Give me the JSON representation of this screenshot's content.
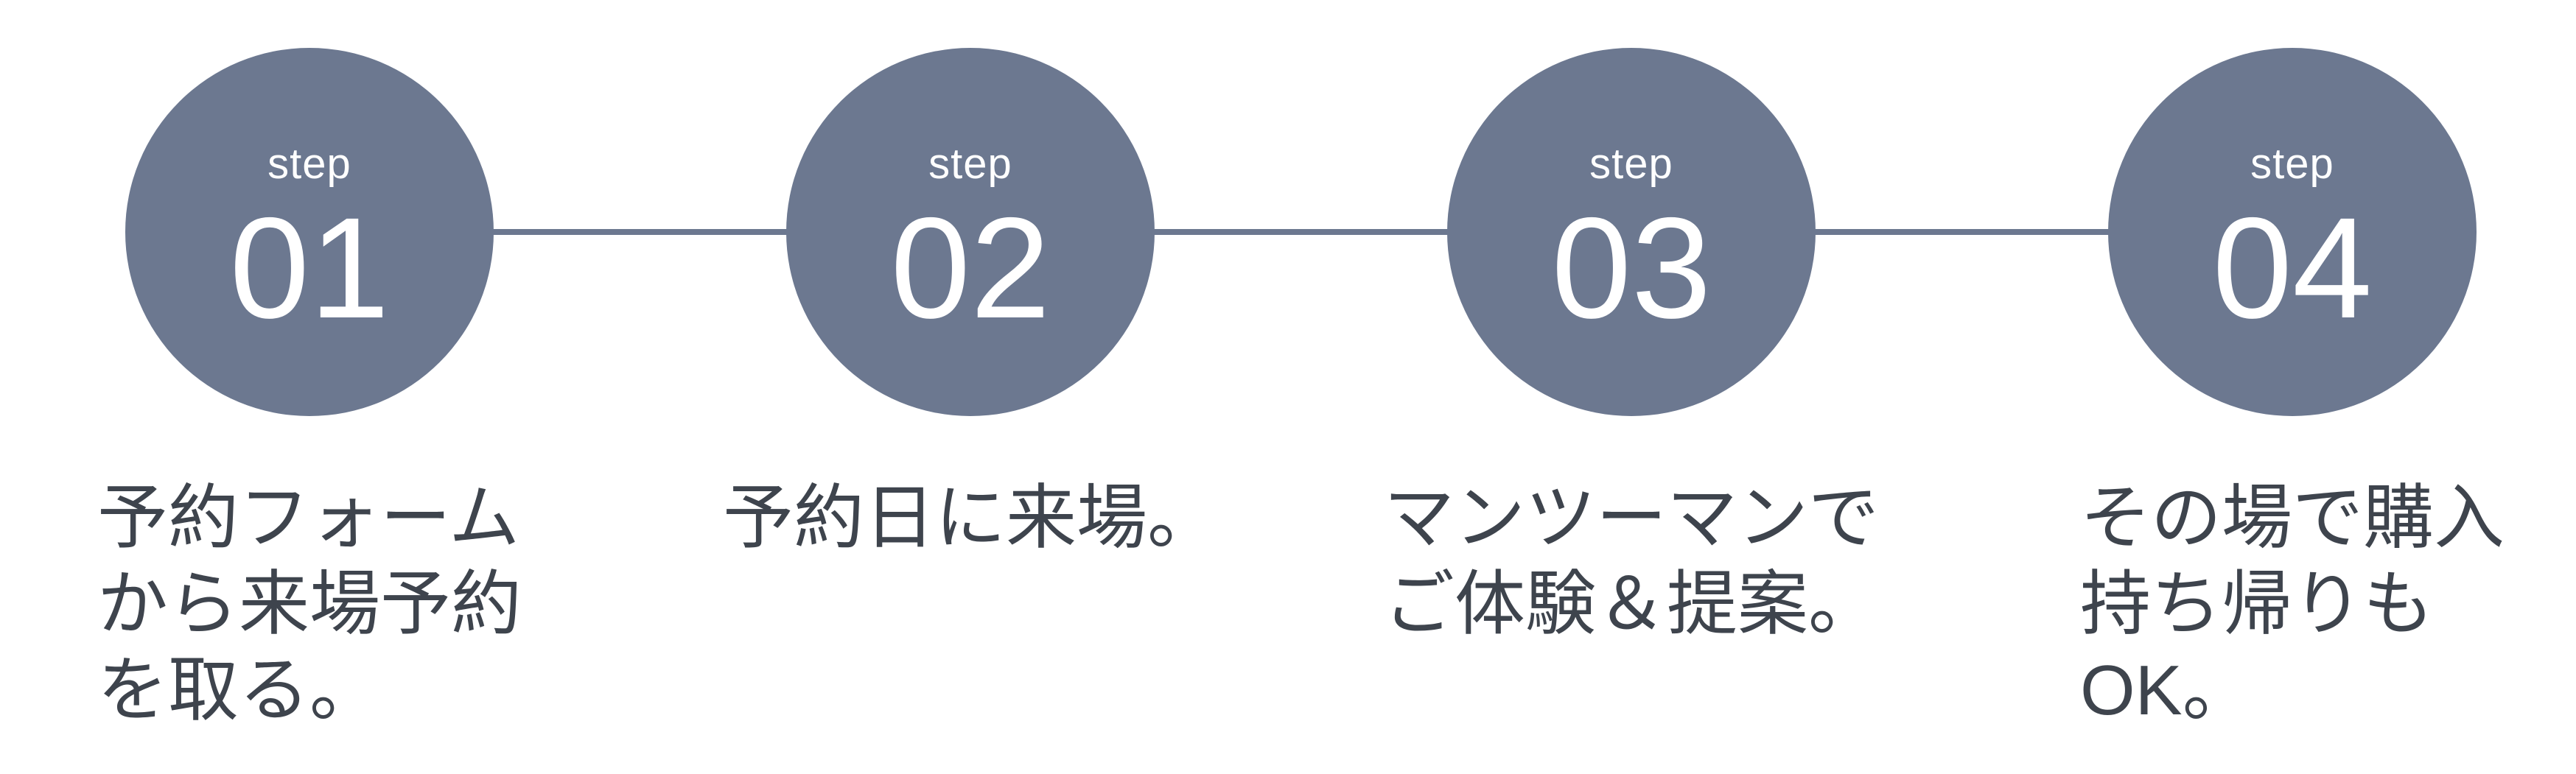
{
  "colors": {
    "circle_fill": "#6c7890",
    "connector_line": "#6c7890",
    "circle_text": "#ffffff",
    "caption_text": "#3e444d",
    "background": "#ffffff"
  },
  "steps": [
    {
      "label": "step",
      "number": "01",
      "caption_lines": [
        "予約フォーム",
        "から来場予約",
        "を取る。"
      ]
    },
    {
      "label": "step",
      "number": "02",
      "caption_lines": [
        "予約日に来場。"
      ]
    },
    {
      "label": "step",
      "number": "03",
      "caption_lines": [
        "マンツーマンで",
        "ご体験＆提案。"
      ]
    },
    {
      "label": "step",
      "number": "04",
      "caption_lines": [
        "その場で購入",
        "持ち帰りも",
        "OK。"
      ]
    }
  ]
}
